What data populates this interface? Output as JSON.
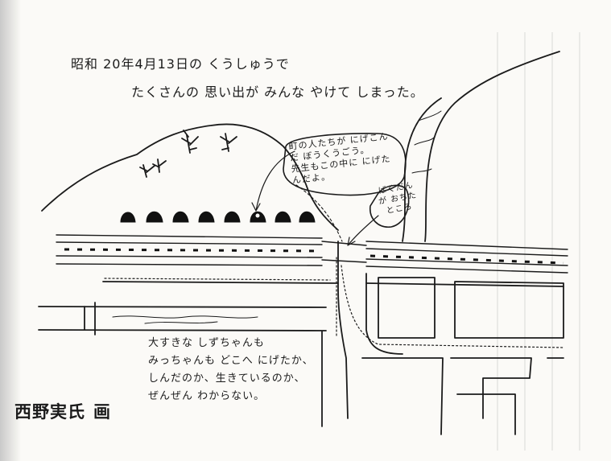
{
  "illustration": {
    "heading_line1": "昭和 20年4月13日の くうしゅうで",
    "heading_line2": "たくさんの 思い出が みんな やけて しまった。",
    "bubble_shelter": "町の人たちが にげこん\nだ ぼうくうごう。\n先生もこの中に にげた\nんだよ。",
    "bubble_bomb": "ばくだん\nが おちた\nところ",
    "caption": "大すきな しずちゃんも\nみっちゃんも どこへ にげたか、\nしんだのか、生きているのか、\nぜんぜん わからない。"
  },
  "credit": {
    "name": "西野実氏",
    "suffix": "画"
  }
}
